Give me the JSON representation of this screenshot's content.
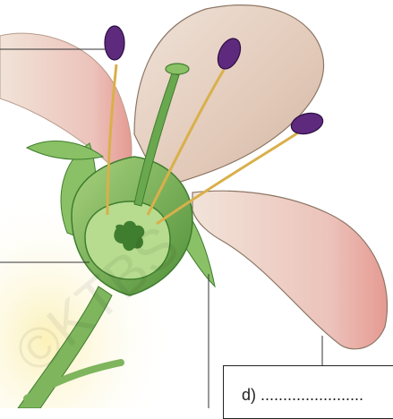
{
  "diagram": {
    "subject": "flower-longitudinal-section",
    "labels": {
      "d": "d) ......................."
    },
    "watermark": "©KTBS",
    "colors": {
      "petal": "#e9d3c6",
      "petal_tip": "#e7a59e",
      "stalk": "#6aa84f",
      "stalk_dark": "#3f7d2f",
      "anther": "#5e2a7e",
      "filament": "#d9b04a",
      "receptacle_bg": "#fbf6cf",
      "leader_line": "#333333"
    }
  }
}
